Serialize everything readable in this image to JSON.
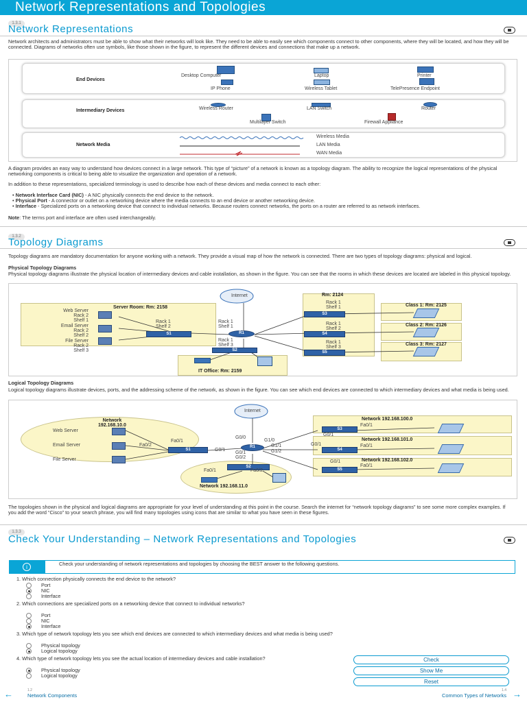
{
  "page": {
    "banner_title": "Network Representations and Topologies"
  },
  "section1": {
    "number": "1.3.1",
    "title": "Network Representations",
    "intro": "Network architects and administrators must be able to show what their networks will look like. They need to be able to easily see which components connect to other components, where they will be located, and how they will be connected. Diagrams of networks often use symbols, like those shown in the figure, to represent the different devices and connections that make up a network.",
    "figure": {
      "end_devices": {
        "label": "End Devices",
        "items": [
          "Desktop Computer",
          "Laptop",
          "Printer",
          "IP Phone",
          "Wireless Tablet",
          "TelePresence Endpoint"
        ]
      },
      "intermediary": {
        "label": "Intermediary Devices",
        "items": [
          "Wireless Router",
          "LAN Switch",
          "Router",
          "Multilayer Switch",
          "Firewall Appliance"
        ]
      },
      "media": {
        "label": "Network Media",
        "items": [
          "Wireless Media",
          "LAN Media",
          "WAN Media"
        ]
      }
    },
    "para1": "A diagram provides an easy way to understand how devices connect in a large network. This type of “picture” of a network is known as a topology diagram. The ability to recognize the logical representations of the physical networking components is critical to being able to visualize the organization and operation of a network.",
    "para2": "In addition to these representations, specialized terminology is used to describe how each of these devices and media connect to each other:",
    "bullets": [
      {
        "term": "Network Interface Card (NIC)",
        "text": " - A NIC physically connects the end device to the network."
      },
      {
        "term": "Physical Port",
        "text": " - A connector or outlet on a networking device where the media connects to an end device or another networking device."
      },
      {
        "term": "Interface",
        "text": " - Specialized ports on a networking device that connect to individual networks. Because routers connect networks, the ports on a router are referred to as network interfaces."
      }
    ],
    "note_label": "Note",
    "note_text": ": The terms port and interface are often used interchangeably."
  },
  "section2": {
    "number": "1.3.2",
    "title": "Topology Diagrams",
    "intro": "Topology diagrams are mandatory documentation for anyone working with a network. They provide a visual map of how the network is connected. There are two types of topology diagrams: physical and logical.",
    "physical_heading": "Physical Topology Diagrams",
    "physical_text": "Physical topology diagrams illustrate the physical location of intermediary devices and cable installation, as shown in the figure. You can see that the rooms in which these devices are located are labeled in this physical topology.",
    "physical_fig": {
      "internet": "Internet",
      "server_room": "Server Room: Rm: 2158",
      "rm": "Rm: 2124",
      "servers": [
        "Web Server\nRack 2\nShelf 1",
        "Email Server\nRack 2\nShelf 2",
        "File Server\nRack 2\nShelf 3"
      ],
      "rack_s1": "Rack 1\nShelf 2",
      "rack_r1": "Rack 1\nShelf 1",
      "rack_r1b": "Rack 1\nShelf 3",
      "rack_s3": "Rack 1\nShelf 1",
      "rack_s4": "Rack 1\nShelf 2",
      "rack_s5": "Rack 1\nShelf 3",
      "switches": [
        "S1",
        "S2",
        "S3",
        "S4",
        "S5"
      ],
      "router": "R1",
      "classes": [
        "Class 1: Rm: 2125",
        "Class 2: Rm: 2126",
        "Class 3: Rm: 2127"
      ],
      "it_office": "IT Office: Rm: 2159"
    },
    "logical_heading": "Logical Topology Diagrams",
    "logical_text": "Logical topology diagrams illustrate devices, ports, and the addressing scheme of the network, as shown in the figure. You can see which end devices are connected to which intermediary devices and what media is being used.",
    "logical_fig": {
      "internet": "Internet",
      "net10": "Network\n192.168.10.0",
      "net11": "Network 192.168.11.0",
      "net100": "Network 192.168.100.0",
      "net101": "Network 192.168.101.0",
      "net102": "Network 192.168.102.0",
      "servers": [
        "Web Server",
        "Email Server",
        "File Server"
      ],
      "ports": [
        "Fa0/2",
        "Fa0/1",
        "G0/1",
        "G0/0",
        "G1/0",
        "G1/1",
        "G1/2",
        "G0/1",
        "G0/2",
        "Fa0/1",
        "Fa0/2",
        "G0/1",
        "Fa0/1",
        "G0/1",
        "Fa0/1",
        "G0/1",
        "Fa0/1"
      ],
      "switches": [
        "S1",
        "S2",
        "S3",
        "S4",
        "S5"
      ],
      "router": "R1"
    },
    "closing": "The topologies shown in the physical and logical diagrams are appropriate for your level of understanding at this point in the course. Search the internet for “network topology diagrams” to see some more complex examples. If you add the word “Cisco” to your search phrase, you will find many topologies using icons that are similar to what you have seen in these figures."
  },
  "section3": {
    "number": "1.3.3",
    "title": "Check Your Understanding – Network Representations and Topologies",
    "info": "Check your understanding of network representations and topologies by choosing the BEST answer to the following questions.",
    "questions": [
      {
        "q": "1. Which connection physically connects the end device to the network?",
        "options": [
          "Port",
          "NIC",
          "Interface"
        ],
        "selected": 1
      },
      {
        "q": "2. Which connections are specialized ports on a networking device that connect to individual networks?",
        "options": [
          "Port",
          "NIC",
          "Interface"
        ],
        "selected": 2
      },
      {
        "q": "3. Which type of network topology lets you see which end devices are connected to which intermediary devices and what media is being used?",
        "options": [
          "Physical topology",
          "Logical topology"
        ],
        "selected": 1
      },
      {
        "q": "4. Which type of network topology lets you see the actual location of intermediary devices and cable installation?",
        "options": [
          "Physical topology",
          "Logical topology"
        ],
        "selected": 0
      }
    ],
    "buttons": {
      "check": "Check",
      "show_me": "Show Me",
      "reset": "Reset"
    }
  },
  "footer": {
    "prev_num": "1.2",
    "prev": "Network Components",
    "next_num": "1.4",
    "next": "Common Types of Networks"
  },
  "colors": {
    "accent": "#0aa5d6",
    "device_blue": "#3b73b9",
    "net_yellow": "#fbf6c8"
  }
}
